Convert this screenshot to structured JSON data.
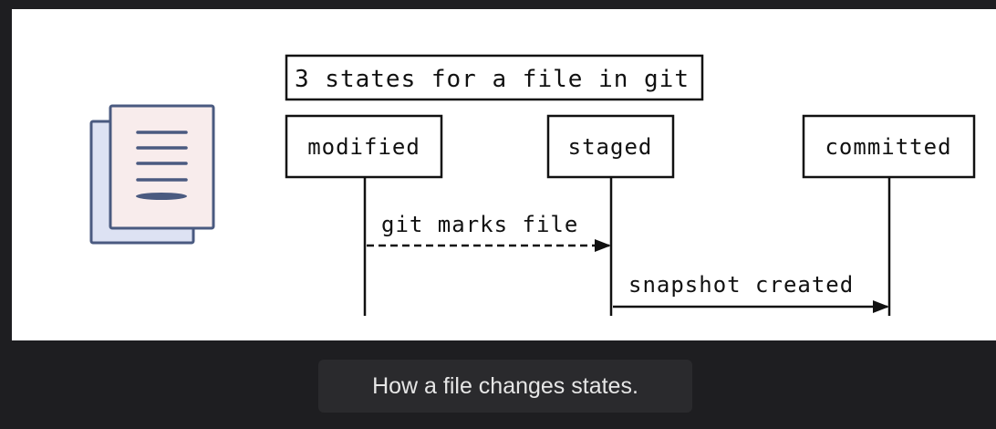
{
  "diagram": {
    "title": "3 states for a file in git",
    "states": [
      {
        "label": "modified"
      },
      {
        "label": "staged"
      },
      {
        "label": "committed"
      }
    ],
    "transitions": [
      {
        "from": "modified",
        "to": "staged",
        "label": "git marks file",
        "style": "dashed"
      },
      {
        "from": "staged",
        "to": "committed",
        "label": "snapshot created",
        "style": "solid"
      }
    ],
    "icon": "documents-icon"
  },
  "caption": "How a file changes states.",
  "colors": {
    "background": "#1e1e21",
    "panel": "#ffffff",
    "ink": "#111111",
    "icon_stroke": "#4a5a80",
    "icon_back_fill": "#dde2f3",
    "icon_front_fill": "#f8ecec",
    "caption_bg": "#2a2a2d",
    "caption_text": "#e6e6e6"
  }
}
